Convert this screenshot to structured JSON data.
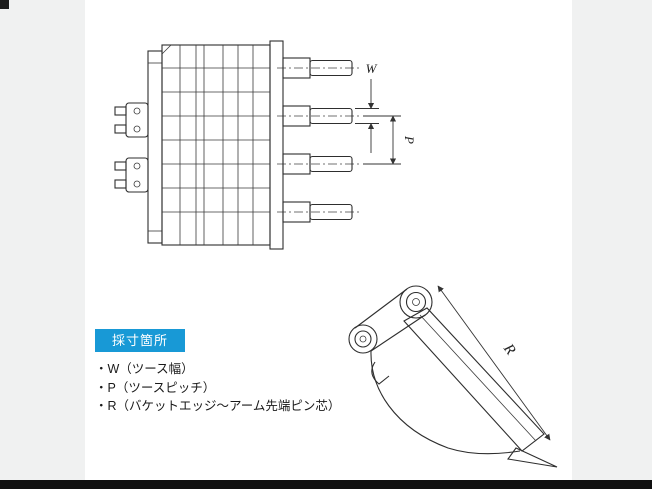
{
  "page": {
    "background_color": "#f0f1f1",
    "panel_color": "#ffffff",
    "footer_bar_color": "#101010"
  },
  "badge": {
    "label": "採寸箇所",
    "bg_color": "#1899d6",
    "text_color": "#ffffff"
  },
  "legend": {
    "items": [
      "・W（ツース幅）",
      "・P（ツースピッチ）",
      "・R（バケットエッジ～アーム先端ピン芯）"
    ]
  },
  "dimensions": {
    "tooth_width_label": "W",
    "tooth_pitch_label": "P",
    "edge_to_pin_label": "R"
  },
  "drawings": {
    "top_view_icon": "bucket-top-view-technical-drawing",
    "side_view_icon": "bucket-side-view-technical-drawing"
  }
}
